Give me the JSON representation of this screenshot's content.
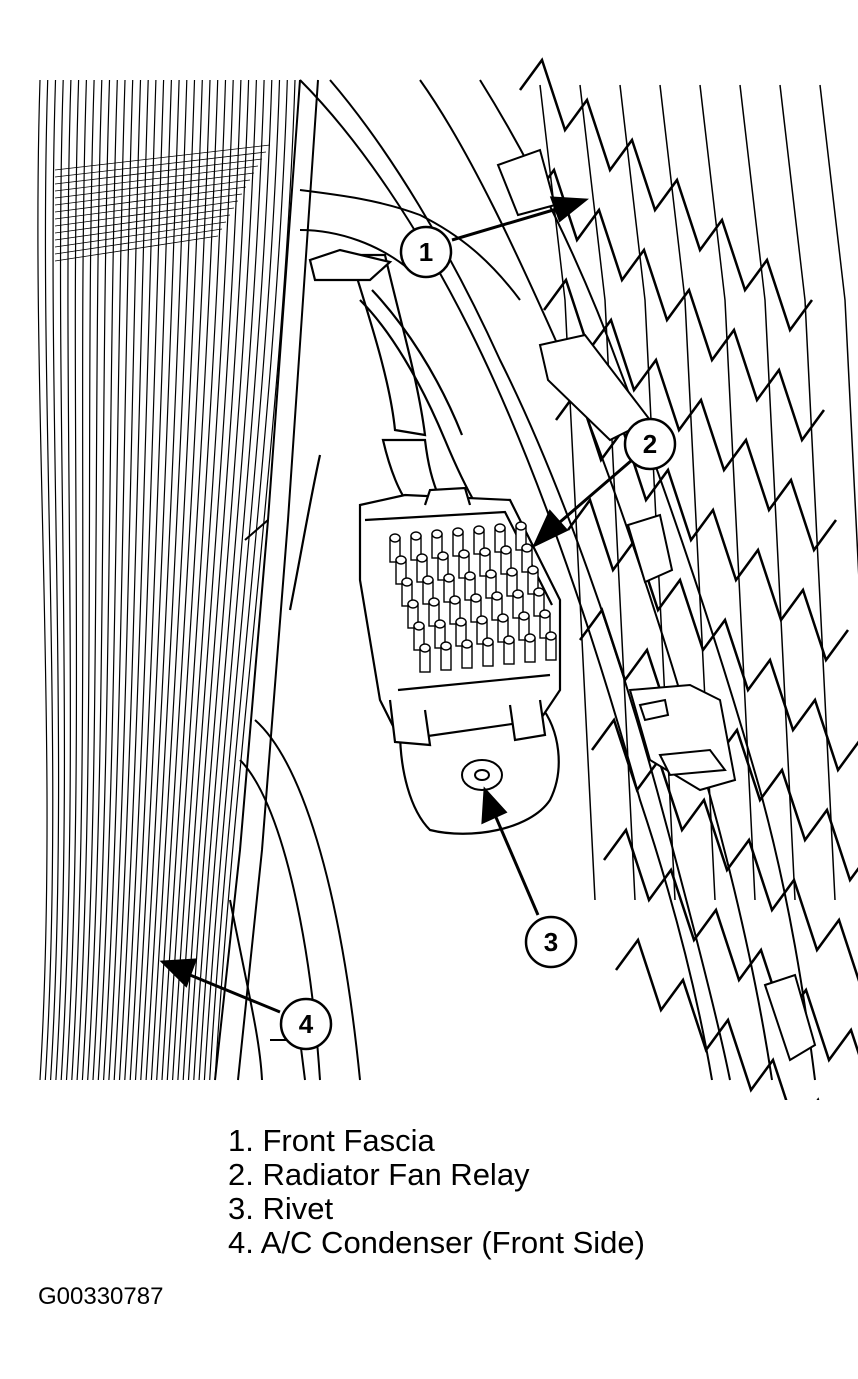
{
  "callouts": [
    {
      "number": "1"
    },
    {
      "number": "2"
    },
    {
      "number": "3"
    },
    {
      "number": "4"
    }
  ],
  "legend": [
    {
      "number": "1.",
      "label": "Front Fascia"
    },
    {
      "number": "2.",
      "label": "Radiator Fan Relay"
    },
    {
      "number": "3.",
      "label": "Rivet"
    },
    {
      "number": "4.",
      "label": "A/C Condenser (Front Side)"
    }
  ],
  "figure_id": "G00330787",
  "colors": {
    "line": "#000000",
    "background": "#ffffff"
  }
}
